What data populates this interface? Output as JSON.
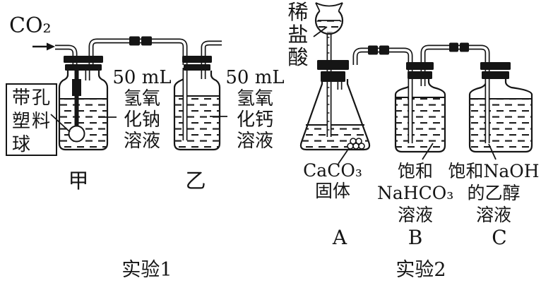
{
  "diagram": {
    "experiment1": {
      "gas_label": "CO₂",
      "ball_box_label": "带孔\n塑料\n球",
      "bottle_jia_solution": "50 mL\n氢氧\n化钠\n溶液",
      "bottle_yi_solution": "50 mL\n氢氧\n化钙\n溶液",
      "bottle_jia_name": "甲",
      "bottle_yi_name": "乙",
      "caption": "实验1"
    },
    "experiment2": {
      "funnel_reagent": "稀\n盐\n酸",
      "flask_contents": "CaCO₃\n固体",
      "flask_letter": "A",
      "bottle_b_solution": "饱和\nNaHCO₃\n溶液",
      "bottle_b_letter": "B",
      "bottle_c_solution": "饱和NaOH\n的乙醇\n溶液",
      "bottle_c_letter": "C",
      "caption": "实验2"
    },
    "colors": {
      "ink": "#151515",
      "paper": "#ffffff"
    }
  }
}
